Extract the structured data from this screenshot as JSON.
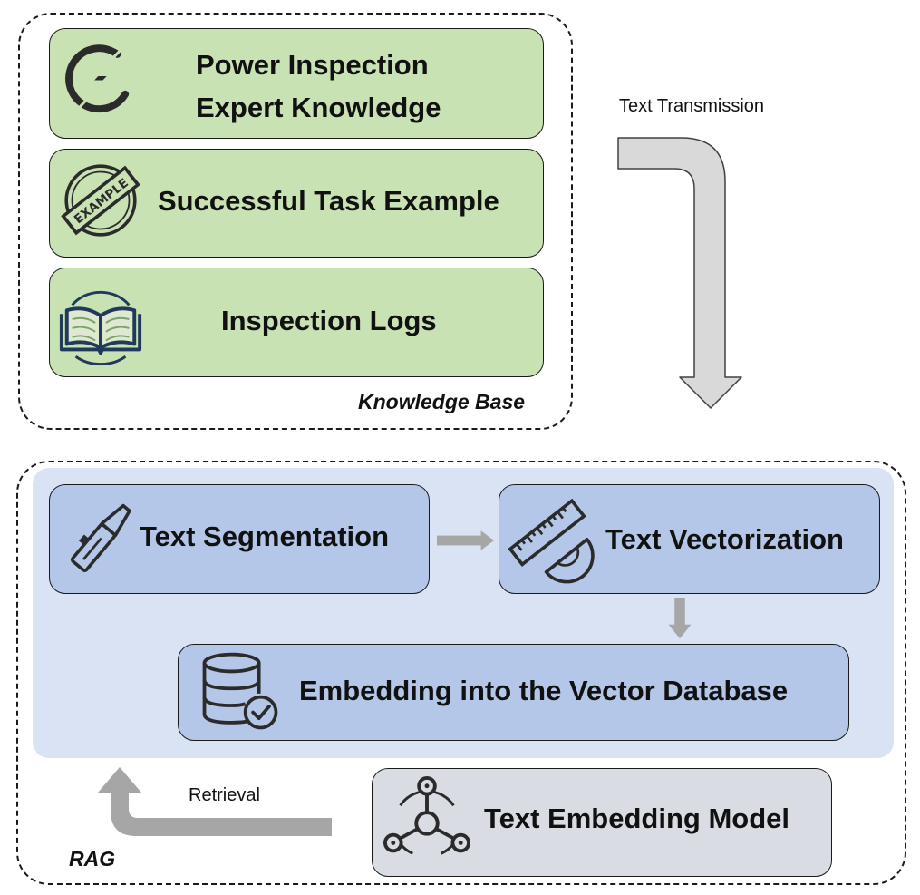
{
  "knowledge_base": {
    "caption": "Knowledge Base",
    "items": [
      {
        "line1": "Power Inspection",
        "line2": "Expert Knowledge",
        "icon": "lightning-icon"
      },
      {
        "label": "Successful Task Example",
        "icon": "example-stamp-icon",
        "stamp_text": "EXAMPLE"
      },
      {
        "label": "Inspection Logs",
        "icon": "open-book-icon"
      }
    ]
  },
  "transmission": {
    "label": "Text Transmission"
  },
  "rag": {
    "caption": "RAG",
    "segmentation": {
      "label": "Text Segmentation",
      "icon": "cutter-knife-icon"
    },
    "vectorization": {
      "label": "Text Vectorization",
      "icon": "ruler-protractor-icon"
    },
    "embedding": {
      "label": "Embedding into the Vector Database",
      "icon": "database-check-icon"
    },
    "model": {
      "label": "Text Embedding Model",
      "icon": "network-nodes-icon"
    },
    "retrieval": {
      "label": "Retrieval"
    }
  },
  "colors": {
    "kb_fill": "#c9e2b3",
    "process_fill": "#b4c7e8",
    "rag_panel": "#dae3f3",
    "model_fill": "#d9dde3",
    "arrow_gray": "#a6a6a6",
    "icon_dark": "#2b2b2b",
    "icon_navy": "#1f3a5a"
  }
}
